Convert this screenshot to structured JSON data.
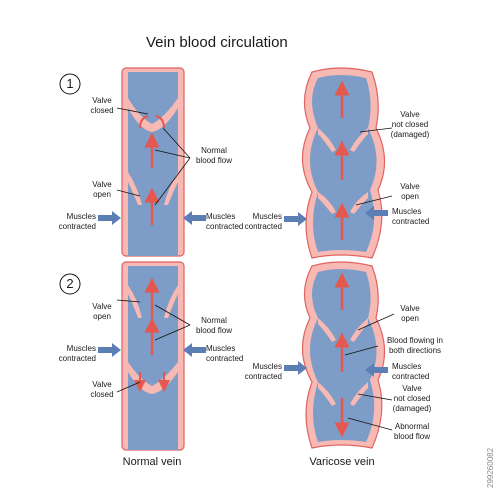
{
  "title": "Vein blood circulation",
  "panels": [
    {
      "number": "1",
      "normal": {
        "valve_top": "Valve\nclosed",
        "flow": "Normal\nblood flow",
        "valve_bottom": "Valve\nopen",
        "muscles_left": "Muscles\ncontracted",
        "muscles_right": "Muscles\ncontracted"
      },
      "varicose": {
        "valve_top": "Valve\nnot closed\n(damaged)",
        "valve_bottom": "Valve\nopen",
        "muscles_left": "Muscles\ncontracted",
        "muscles_right": "Muscles\ncontracted"
      }
    },
    {
      "number": "2",
      "normal": {
        "valve_top": "Valve\nopen",
        "flow": "Normal\nblood flow",
        "muscles_left": "Muscles\ncontracted",
        "muscles_right": "Muscles\ncontracted",
        "valve_bottom": "Valve\nclosed"
      },
      "varicose": {
        "valve_top": "Valve\nopen",
        "flow_both": "Blood flowing in\nboth directions",
        "muscles_right": "Muscles\ncontracted",
        "muscles_left": "Muscles\ncontracted",
        "valve_damaged": "Valve\nnot closed\n(damaged)",
        "abnormal_flow": "Abnormal\nblood flow"
      }
    }
  ],
  "captions": {
    "normal": "Normal vein",
    "varicose": "Varicose vein"
  },
  "watermark": "299260082",
  "colors": {
    "vein_fill": "#7d9cc7",
    "vein_wall": "#f7b9b3",
    "vein_outline": "#e0625f",
    "arrow": "#e5584f",
    "muscle_arrow": "#5b7fb5"
  }
}
